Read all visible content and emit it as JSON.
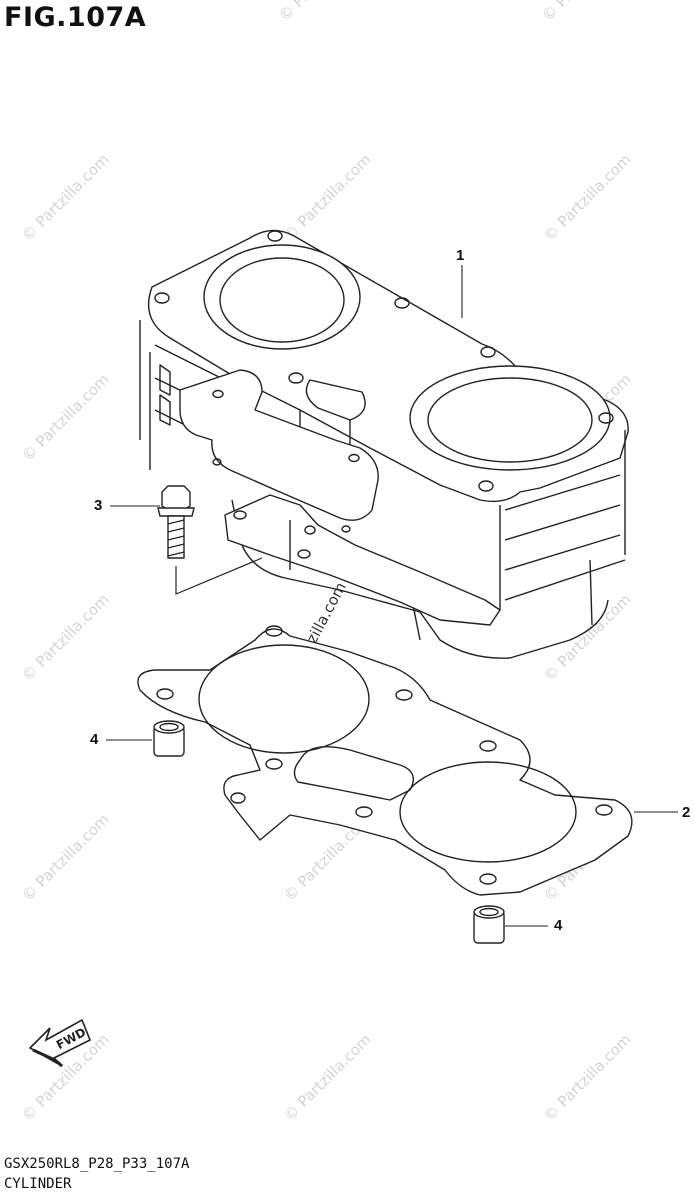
{
  "figure": {
    "title": "FIG.107A",
    "code": "GSX250RL8_P28_P33_107A",
    "name": "CYLINDER"
  },
  "callouts": [
    {
      "id": "1",
      "label": "1"
    },
    {
      "id": "2",
      "label": "2"
    },
    {
      "id": "3",
      "label": "3"
    },
    {
      "id": "4a",
      "label": "4"
    },
    {
      "id": "4b",
      "label": "4"
    }
  ],
  "fwd_label": "FWD",
  "watermark_text": "© Partzilla.com",
  "colors": {
    "line": "#222222",
    "watermark": "#d4d4d4"
  }
}
